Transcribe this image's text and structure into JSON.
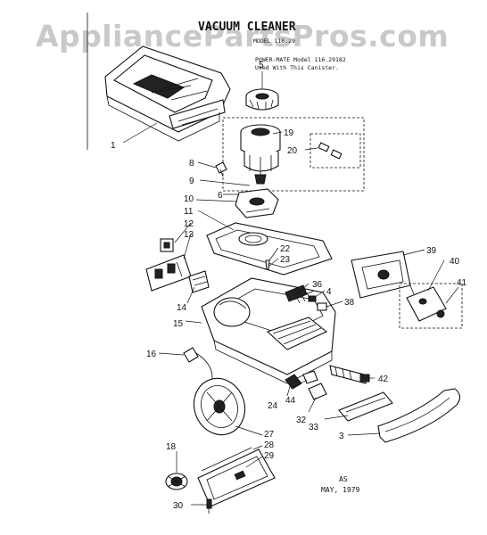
{
  "watermark": "AppliancePartsPros.com",
  "diagram": {
    "title": "VACUUM CLEANER",
    "model_fragment": "MODEL 116.29",
    "note_line1": "POWER-MATE Model 116.29182",
    "note_line2": "Used With This Canister.",
    "footer_code": "AS",
    "footer_date": "MAY, 1979",
    "callouts": [
      "1",
      "3",
      "4",
      "5",
      "6",
      "8",
      "9",
      "10",
      "11",
      "12",
      "13",
      "14",
      "15",
      "16",
      "18",
      "19",
      "20",
      "22",
      "23",
      "24",
      "27",
      "28",
      "29",
      "30",
      "32",
      "33",
      "36",
      "38",
      "39",
      "40",
      "41",
      "42",
      "44"
    ]
  }
}
